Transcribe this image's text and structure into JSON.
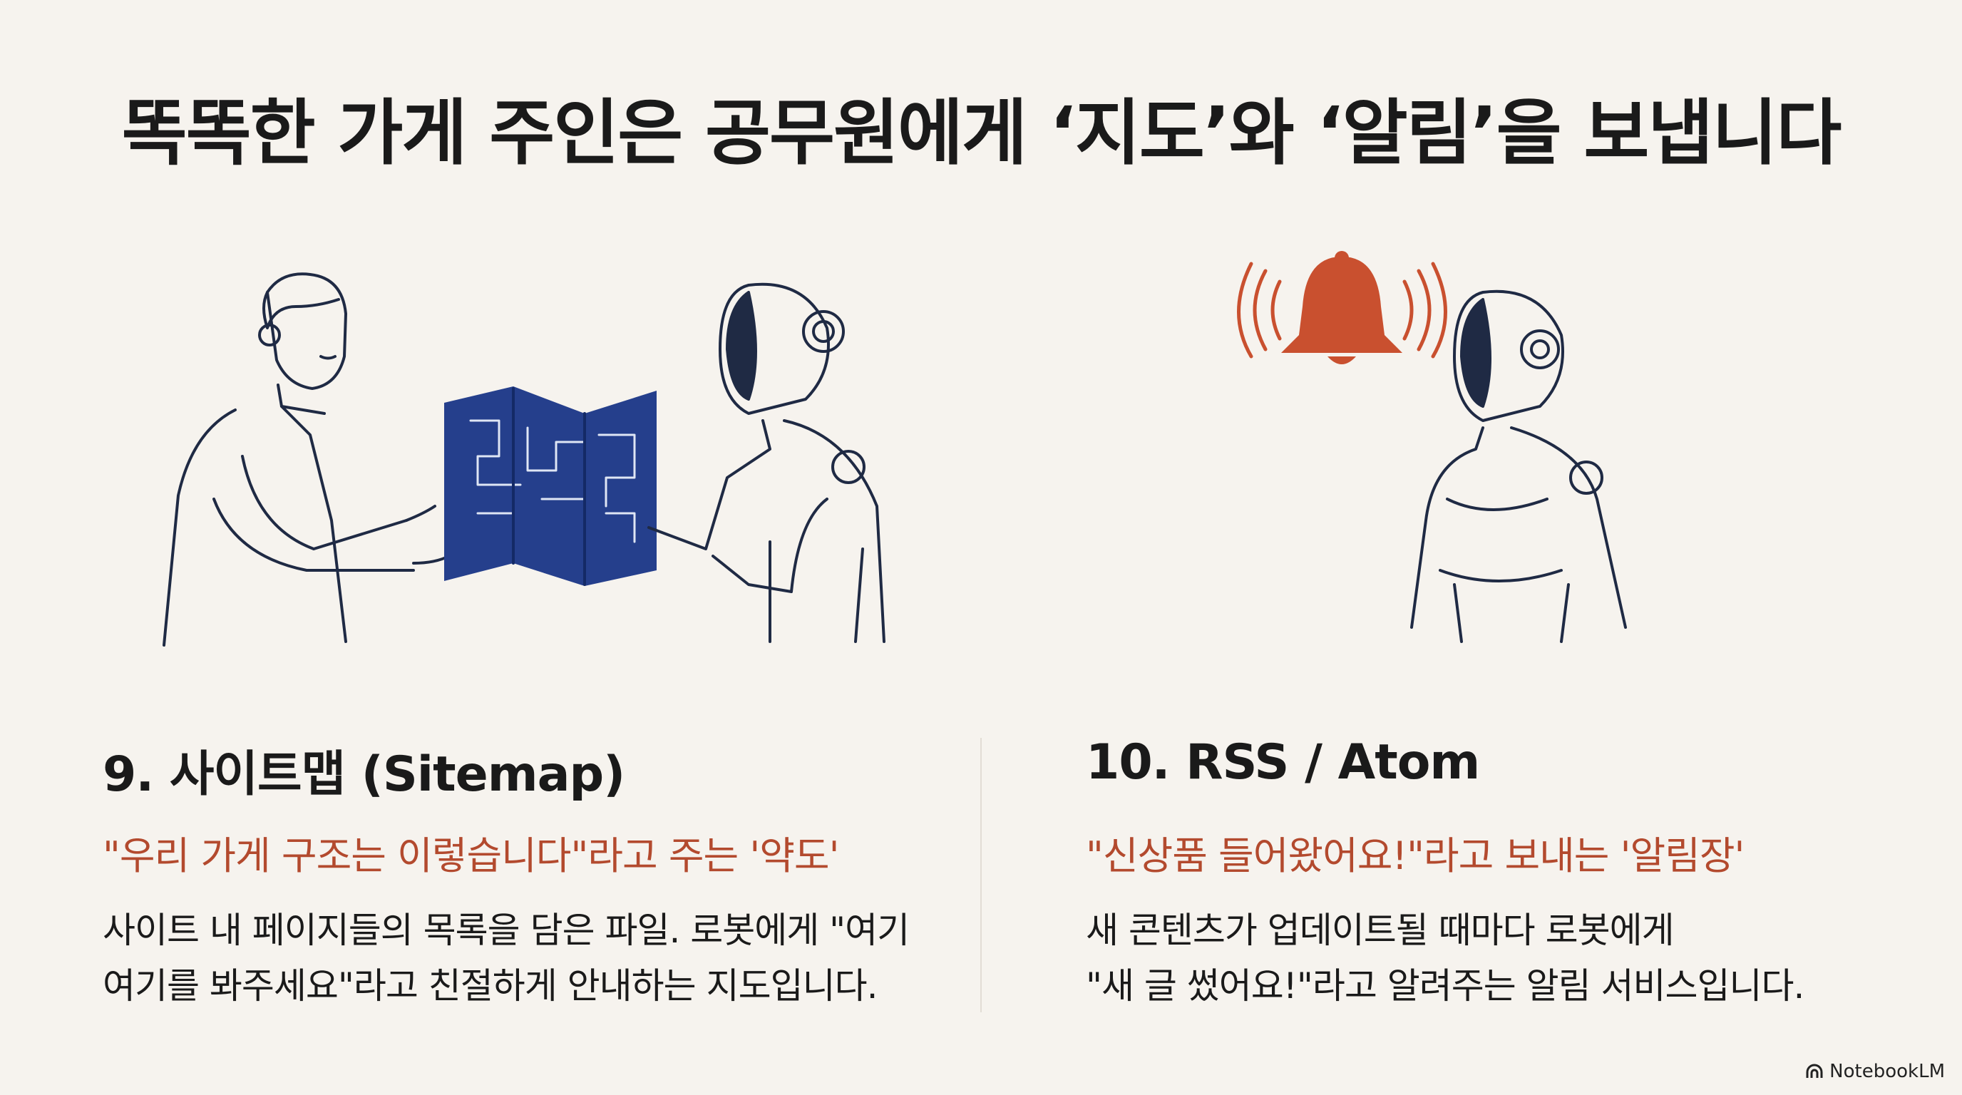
{
  "title": "똑똑한 가게 주인은 공무원에게 ‘지도’와 ‘알림’을 보냅니다",
  "colors": {
    "background": "#f6f3ee",
    "accent": "#b34a2e",
    "map": "#253f8c",
    "bell": "#c9502f",
    "ink": "#1f2a44"
  },
  "left": {
    "heading": "9. 사이트맵 (Sitemap)",
    "subtitle": "\"우리 가게 구조는 이렇습니다\"라고 주는 '약도'",
    "body_lines": [
      "사이트 내 페이지들의 목록을 담은 파일. 로봇에게 \"여기",
      "여기를 봐주세요\"라고 친절하게 안내하는 지도입니다."
    ]
  },
  "right": {
    "heading": "10. RSS / Atom",
    "subtitle": "\"신상품 들어왔어요!\"라고 보내는 '알림장'",
    "body_lines": [
      "새 콘텐츠가 업데이트될 때마다 로봇에게",
      "\"새 글 썼어요!\"라고 알려주는 알림 서비스입니다."
    ]
  },
  "footer": {
    "brand": "NotebookLM"
  }
}
